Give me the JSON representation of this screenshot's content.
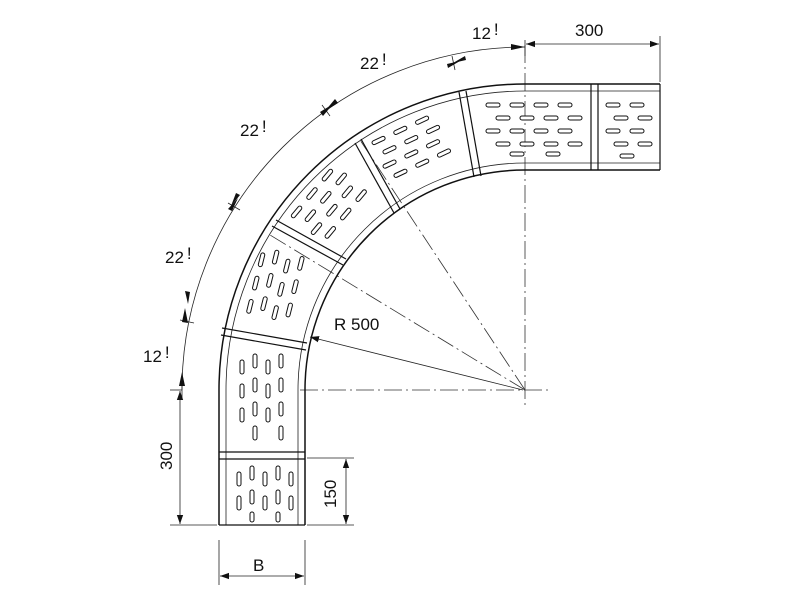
{
  "dimensions": {
    "top_length": "300",
    "left_length": "300",
    "straight_offset": "150",
    "width": "B",
    "radius": "R 500",
    "angle_end_top": "12",
    "angle_mid_1": "22",
    "angle_mid_2": "22",
    "angle_mid_3": "22",
    "angle_end_left": "12",
    "degree_mark": "!"
  },
  "colors": {
    "line": "#111111",
    "background": "#ffffff"
  }
}
